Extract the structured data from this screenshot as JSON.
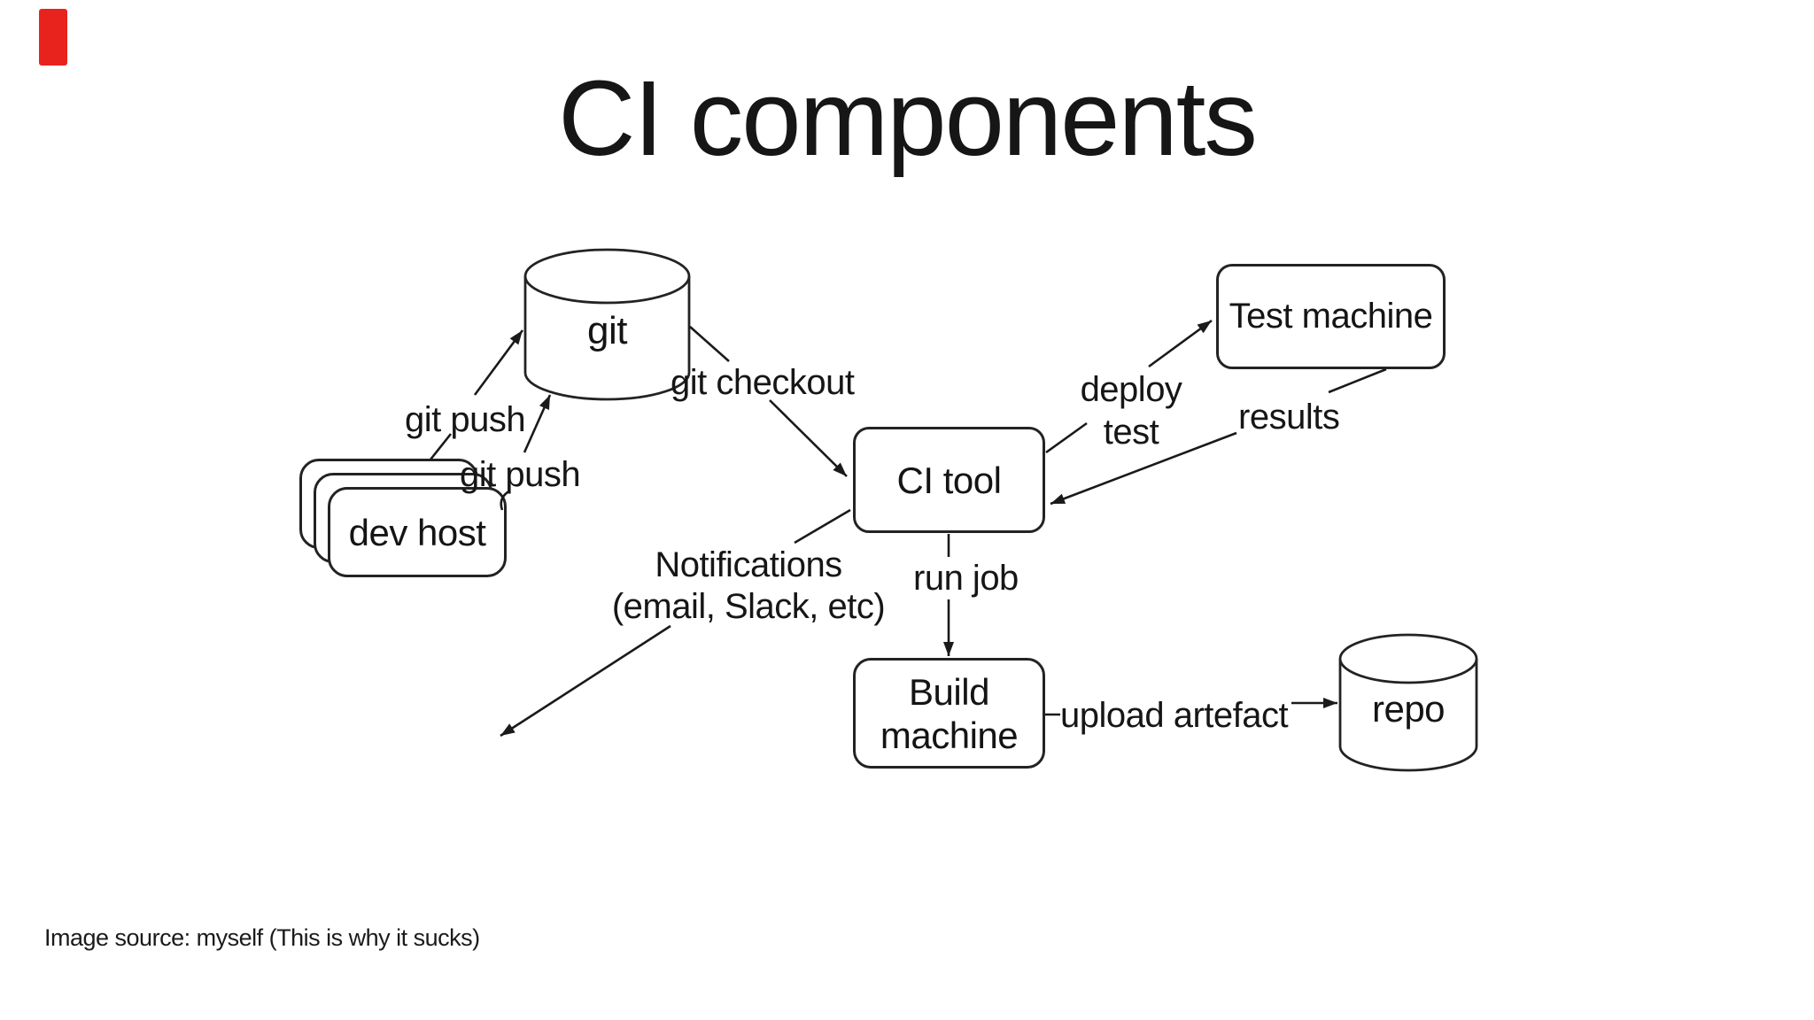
{
  "page": {
    "title": "CI components",
    "caption": "Image source: myself (This is why it sucks)",
    "background": "#ffffff",
    "ink": "#1b1b1b",
    "marker_red": "#e8231d"
  },
  "nodes": {
    "git": {
      "label": "git",
      "shape": "cylinder"
    },
    "dev_host": {
      "label": "dev host",
      "shape": "stacked-cards"
    },
    "ci_tool": {
      "label": "CI tool",
      "shape": "rounded-box"
    },
    "test_machine": {
      "label": "Test machine",
      "shape": "rounded-box"
    },
    "build_machine": {
      "label": "Build machine",
      "shape": "rounded-box"
    },
    "repo": {
      "label": "repo",
      "shape": "cylinder"
    }
  },
  "edges": {
    "git_push_1": "git push",
    "git_push_2": "git push",
    "git_checkout": "git checkout",
    "deploy_test": {
      "line1": "deploy",
      "line2": "test"
    },
    "results": "results",
    "run_job": "run job",
    "notifications": {
      "line1": "Notifications",
      "line2": "(email, Slack, etc)"
    },
    "upload_artefact": "upload artefact"
  }
}
